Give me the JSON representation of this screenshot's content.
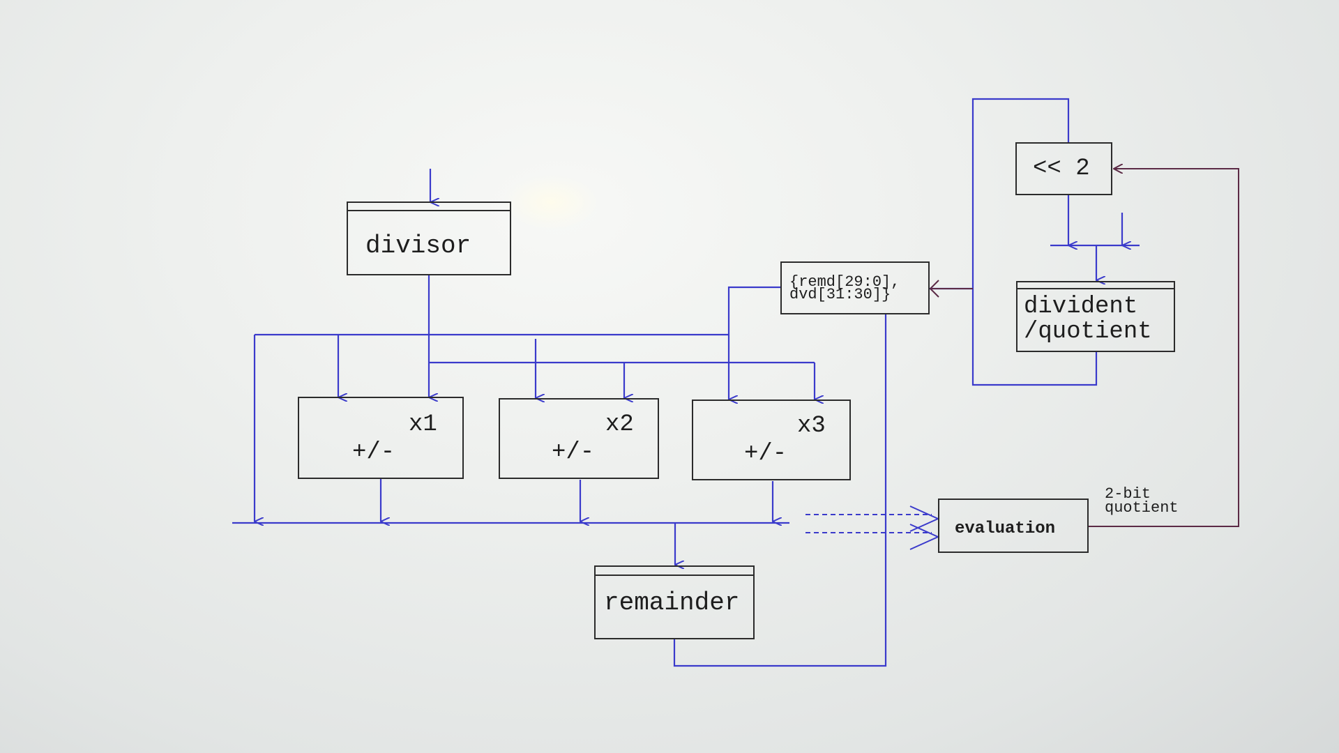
{
  "diagram": {
    "blocks": {
      "divisor": "divisor",
      "x1": "x1",
      "x2": "x2",
      "x3": "x3",
      "addsub": "+/-",
      "remainder": "remainder",
      "shift": "<< 2",
      "dividend_line1": "divident",
      "dividend_line2": "/quotient",
      "concat_line1": "{remd[29:0],",
      "concat_line2": "dvd[31:30]}",
      "evaluation": "evaluation"
    },
    "labels": {
      "quotient_bits_line1": "2-bit",
      "quotient_bits_line2": "quotient"
    },
    "colors": {
      "wire": "#3a3acb",
      "feedback_wire": "#5b2a45",
      "block_border": "#2b2b2b"
    }
  }
}
